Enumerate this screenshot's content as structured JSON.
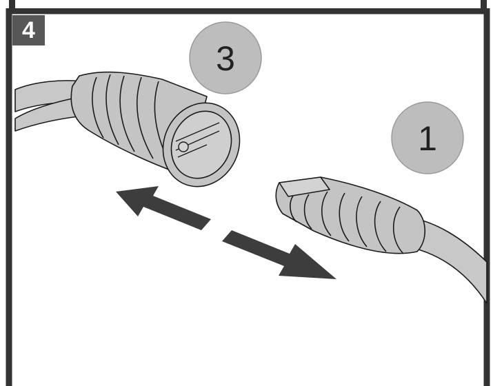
{
  "step": {
    "number": "4"
  },
  "callouts": [
    {
      "id": "callout-3",
      "label": "3"
    },
    {
      "id": "callout-1",
      "label": "1"
    }
  ],
  "colors": {
    "frame": "#333333",
    "badge": "#575757",
    "part_fill": "#c4c4c4",
    "callout_fill": "#bdbdbd",
    "arrow": "#3d3d3d"
  },
  "icons": {
    "direction": "double-arrow-icon"
  }
}
